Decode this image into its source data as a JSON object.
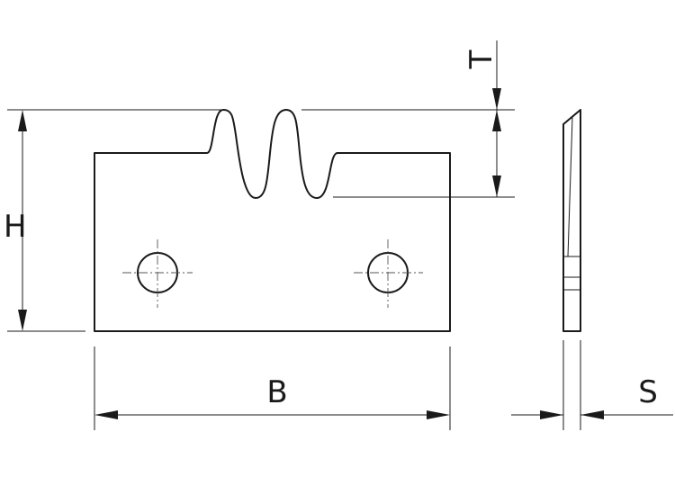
{
  "labels": {
    "height": "H",
    "width": "B",
    "tooth": "T",
    "thickness": "S"
  },
  "colors": {
    "line": "#1a1a1a",
    "background": "#ffffff"
  }
}
